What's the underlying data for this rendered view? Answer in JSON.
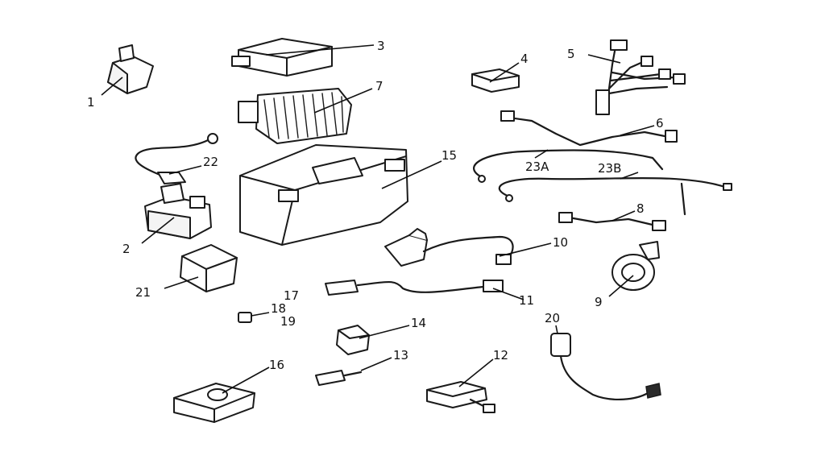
{
  "callouts": {
    "c1": "1",
    "c2": "2",
    "c3": "3",
    "c4": "4",
    "c5": "5",
    "c6": "6",
    "c7": "7",
    "c8": "8",
    "c9": "9",
    "c10": "10",
    "c11": "11",
    "c12": "12",
    "c13": "13",
    "c14": "14",
    "c15": "15",
    "c16": "16",
    "c17": "17",
    "c18": "18",
    "c19": "19",
    "c20": "20",
    "c21": "21",
    "c22": "22",
    "c23a": "23A",
    "c23b": "23B"
  }
}
